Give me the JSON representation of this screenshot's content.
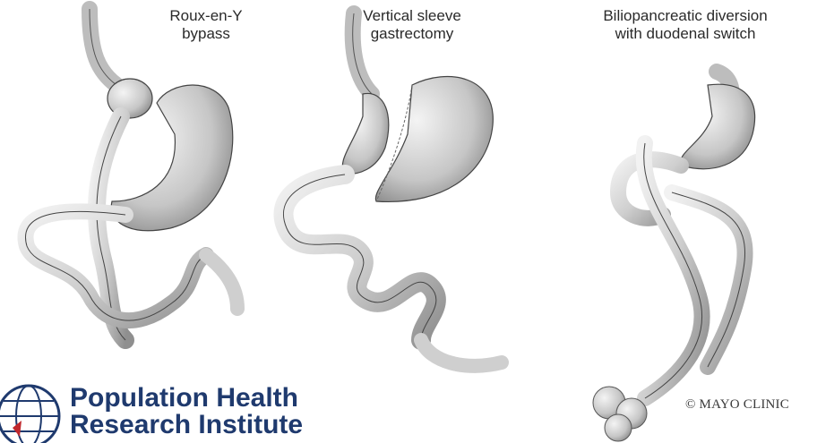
{
  "labels": {
    "roux_en_y": [
      "Roux-en-Y",
      "bypass"
    ],
    "sleeve": [
      "Vertical sleeve",
      "gastrectomy"
    ],
    "bpd": [
      "Biliopancreatic diversion",
      "with duodenal switch"
    ]
  },
  "copyright": "© MAYO CLINIC",
  "logo": {
    "line1": "Population Health",
    "line2": "Research Institute",
    "icon": "globe-icon"
  },
  "colors": {
    "organ_fill": "#d4d4d4",
    "organ_shadow": "#8c8c8c",
    "outline": "#3a3a3a",
    "logo_blue": "#1f3a6e",
    "logo_accent": "#c0282d"
  }
}
